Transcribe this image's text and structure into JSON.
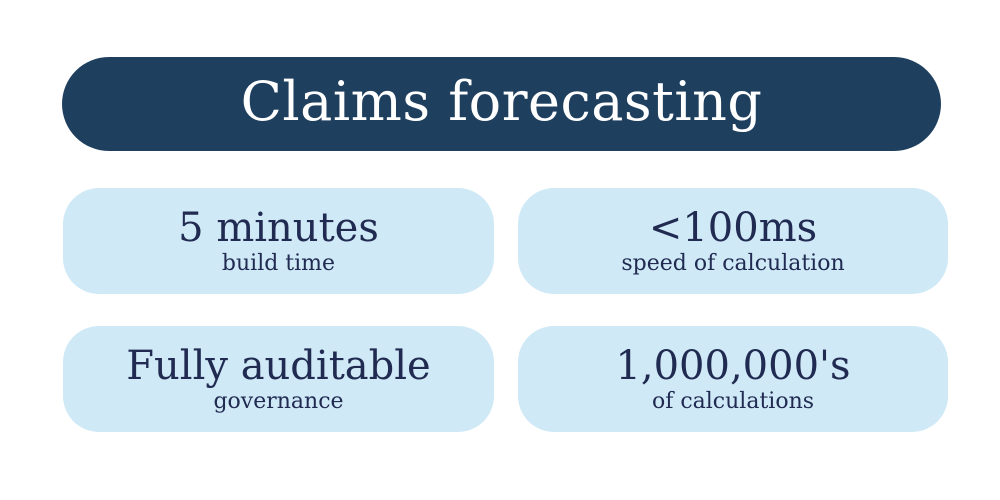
{
  "title": "Claims forecasting",
  "colors": {
    "banner_background": "#1f3f5e",
    "banner_text": "#ffffff",
    "card_background": "#cfe9f6",
    "card_text": "#212b52",
    "page_background": "#ffffff"
  },
  "cards": [
    {
      "value": "5 minutes",
      "label": "build time"
    },
    {
      "value": "<100ms",
      "label": "speed of calculation"
    },
    {
      "value": "Fully auditable",
      "label": "governance"
    },
    {
      "value": "1,000,000's",
      "label": "of calculations"
    }
  ]
}
